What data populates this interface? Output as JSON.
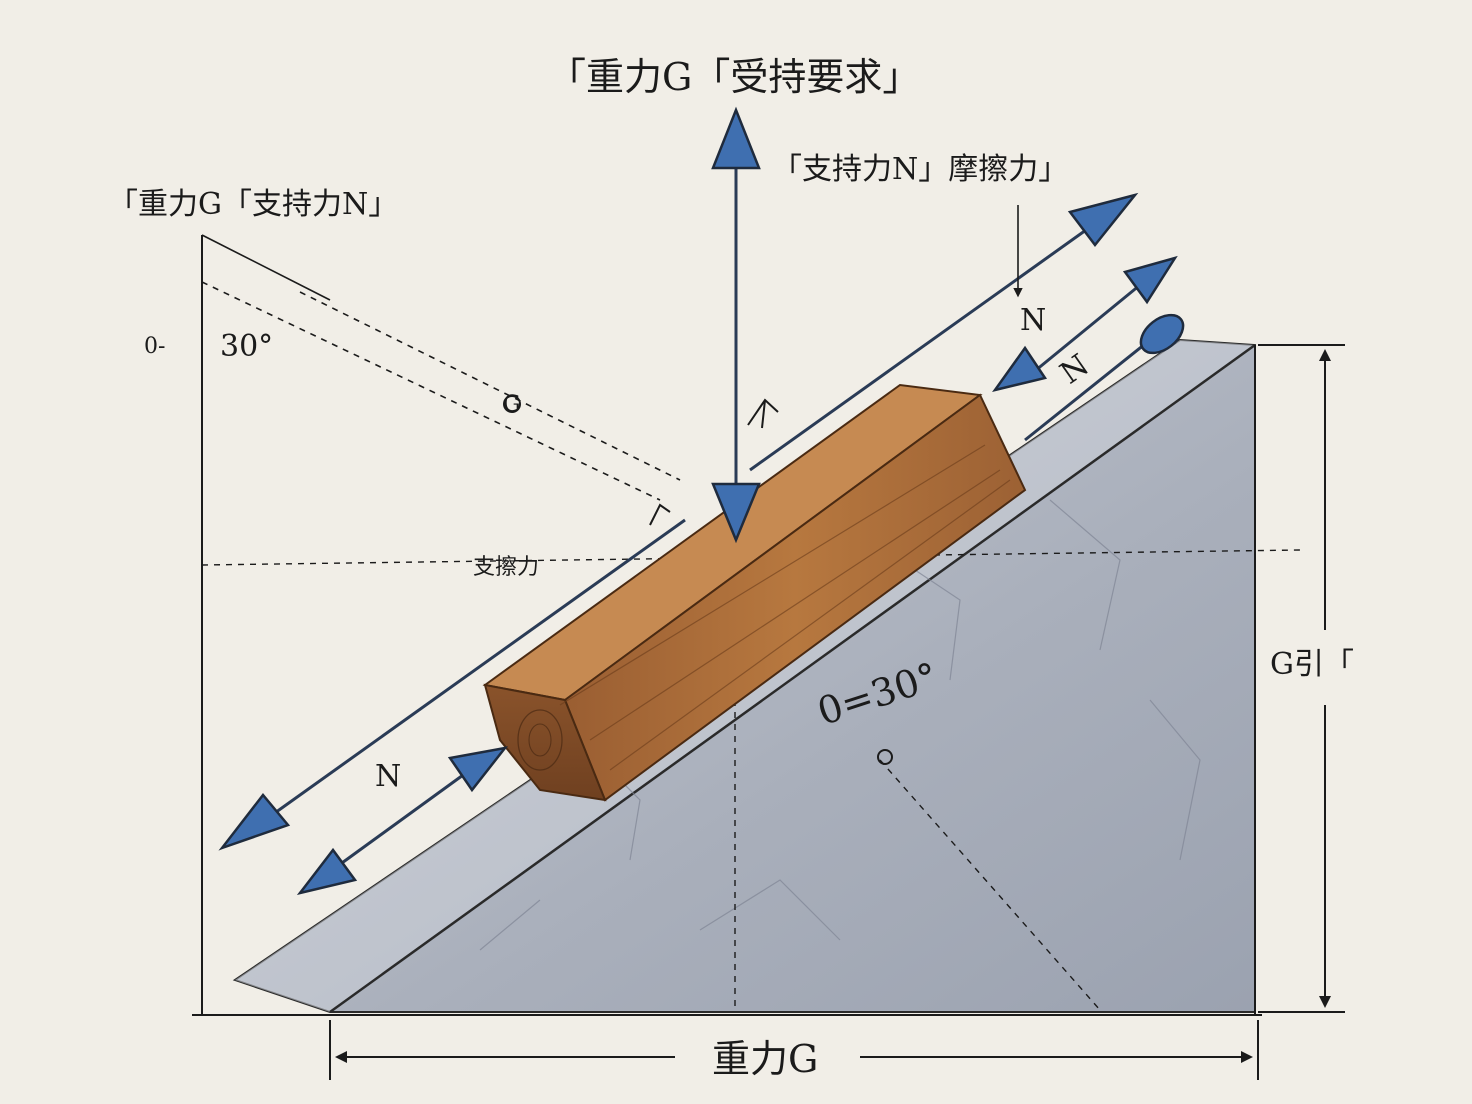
{
  "labels": {
    "top_title": "「重力G「受持要求」",
    "top_right": "「支持力N」摩擦力」",
    "top_left": "「重力G「支持力N」",
    "angle_left_prefix": "0-",
    "angle_left": "30°",
    "n_upper_1": "N",
    "n_upper_2": "N",
    "n_lower": "N",
    "friction_mid": "支擦力",
    "angle_slope": "0=30°",
    "height_label": "G引「",
    "bottom_label": "重力G",
    "g_mark": "G"
  },
  "colors": {
    "arrow_blue": "#3f6fb0",
    "ink": "#1b1b1b",
    "slope_gray": "#a7adb9",
    "wood": "#a8683a",
    "paper": "#f1eee7"
  }
}
